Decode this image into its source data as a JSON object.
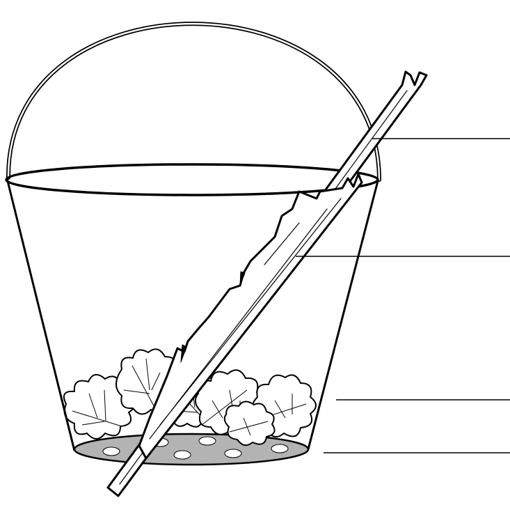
{
  "diagram": {
    "subject": "bucket-with-stick-and-leaves",
    "labels": [
      "",
      "",
      "",
      ""
    ],
    "colors": {
      "outline": "#000000",
      "background": "#ffffff",
      "bucket_bottom": "#b3b3b3",
      "holes": "#ffffff"
    },
    "hole_count": 6,
    "leaf_count": 6,
    "leader_line_count": 4
  }
}
